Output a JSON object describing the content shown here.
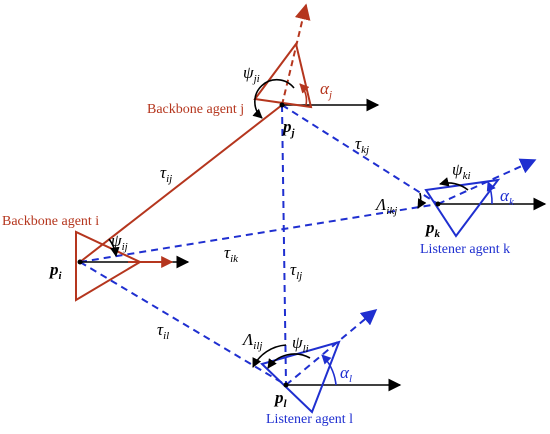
{
  "colors": {
    "backbone": "#B5361E",
    "listener": "#1F2FD0",
    "axis": "#000000"
  },
  "agents": {
    "i": {
      "name": "Backbone agent i",
      "pos_label": "p",
      "pos_sub": "i"
    },
    "j": {
      "name": "Backbone agent j",
      "pos_label": "p",
      "pos_sub": "j"
    },
    "k": {
      "name": "Listener agent k",
      "pos_label": "p",
      "pos_sub": "k"
    },
    "l": {
      "name": "Listener agent l",
      "pos_label": "p",
      "pos_sub": "l"
    }
  },
  "symbols": {
    "tau_ij": {
      "base": "τ",
      "sub": "ij"
    },
    "tau_ik": {
      "base": "τ",
      "sub": "ik"
    },
    "tau_il": {
      "base": "τ",
      "sub": "il"
    },
    "tau_kj": {
      "base": "τ",
      "sub": "kj"
    },
    "tau_lj": {
      "base": "τ",
      "sub": "lj"
    },
    "psi_ji": {
      "base": "ψ",
      "sub": "ji"
    },
    "psi_ij": {
      "base": "ψ",
      "sub": "ij"
    },
    "psi_ki": {
      "base": "ψ",
      "sub": "ki"
    },
    "psi_li": {
      "base": "ψ",
      "sub": "li"
    },
    "alpha_j": {
      "base": "α",
      "sub": "j"
    },
    "alpha_k": {
      "base": "α",
      "sub": "k"
    },
    "alpha_l": {
      "base": "α",
      "sub": "l"
    },
    "lambda_ikj": {
      "base": "Λ",
      "sub": "ikj"
    },
    "lambda_ilj": {
      "base": "Λ",
      "sub": "ilj"
    }
  }
}
